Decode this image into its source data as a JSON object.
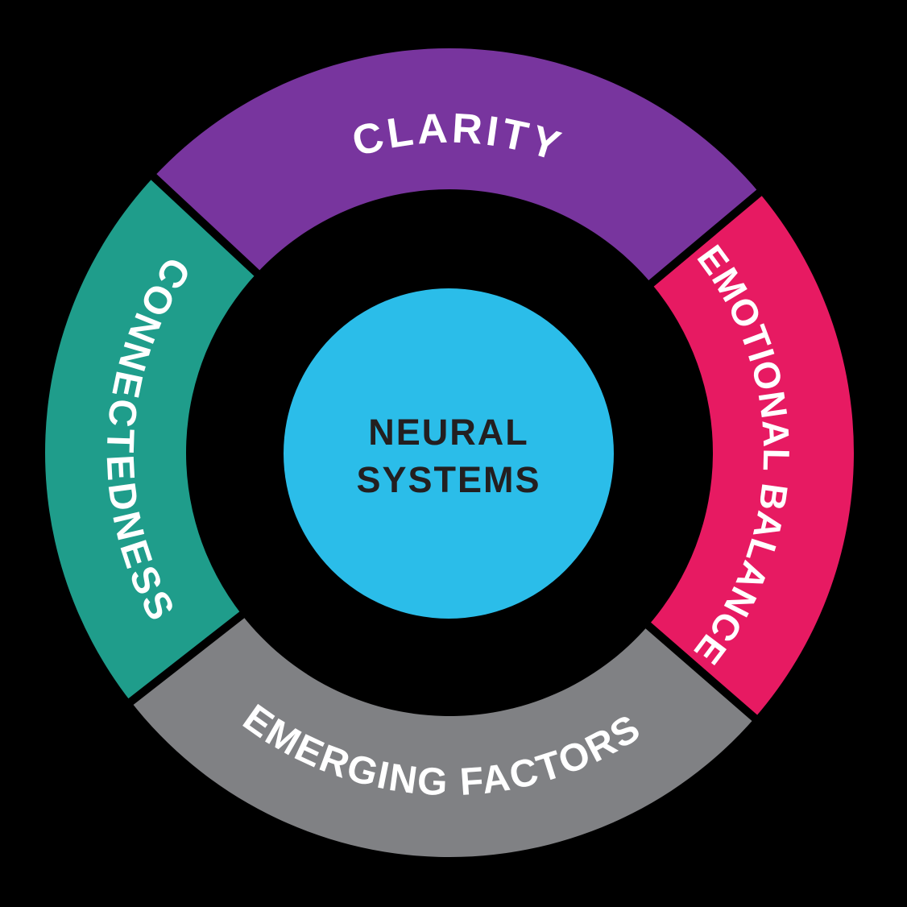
{
  "background_color": "#000000",
  "center": {
    "label_line1": "NEURAL",
    "label_line2": "SYSTEMS",
    "fill_color": "#2bbde9",
    "text_color": "#231f20"
  },
  "wheel": {
    "label_color": "#ffffff",
    "separator_color": "#000000",
    "segments": [
      {
        "id": "clarity",
        "label": "CLARITY",
        "color": "#78359e",
        "start_angle": -137,
        "end_angle": -40,
        "flipped": false
      },
      {
        "id": "emotional-balance",
        "label": "EMOTIONAL BALANCE",
        "color": "#e71a62",
        "start_angle": -40,
        "end_angle": 41,
        "flipped": false
      },
      {
        "id": "emerging-factors",
        "label": "EMERGING FACTORS",
        "color": "#808184",
        "start_angle": 41,
        "end_angle": 142,
        "flipped": true
      },
      {
        "id": "connectedness",
        "label": "CONNECTEDNESS",
        "color": "#1f9d8b",
        "start_angle": 142,
        "end_angle": 223,
        "flipped": true
      }
    ]
  }
}
